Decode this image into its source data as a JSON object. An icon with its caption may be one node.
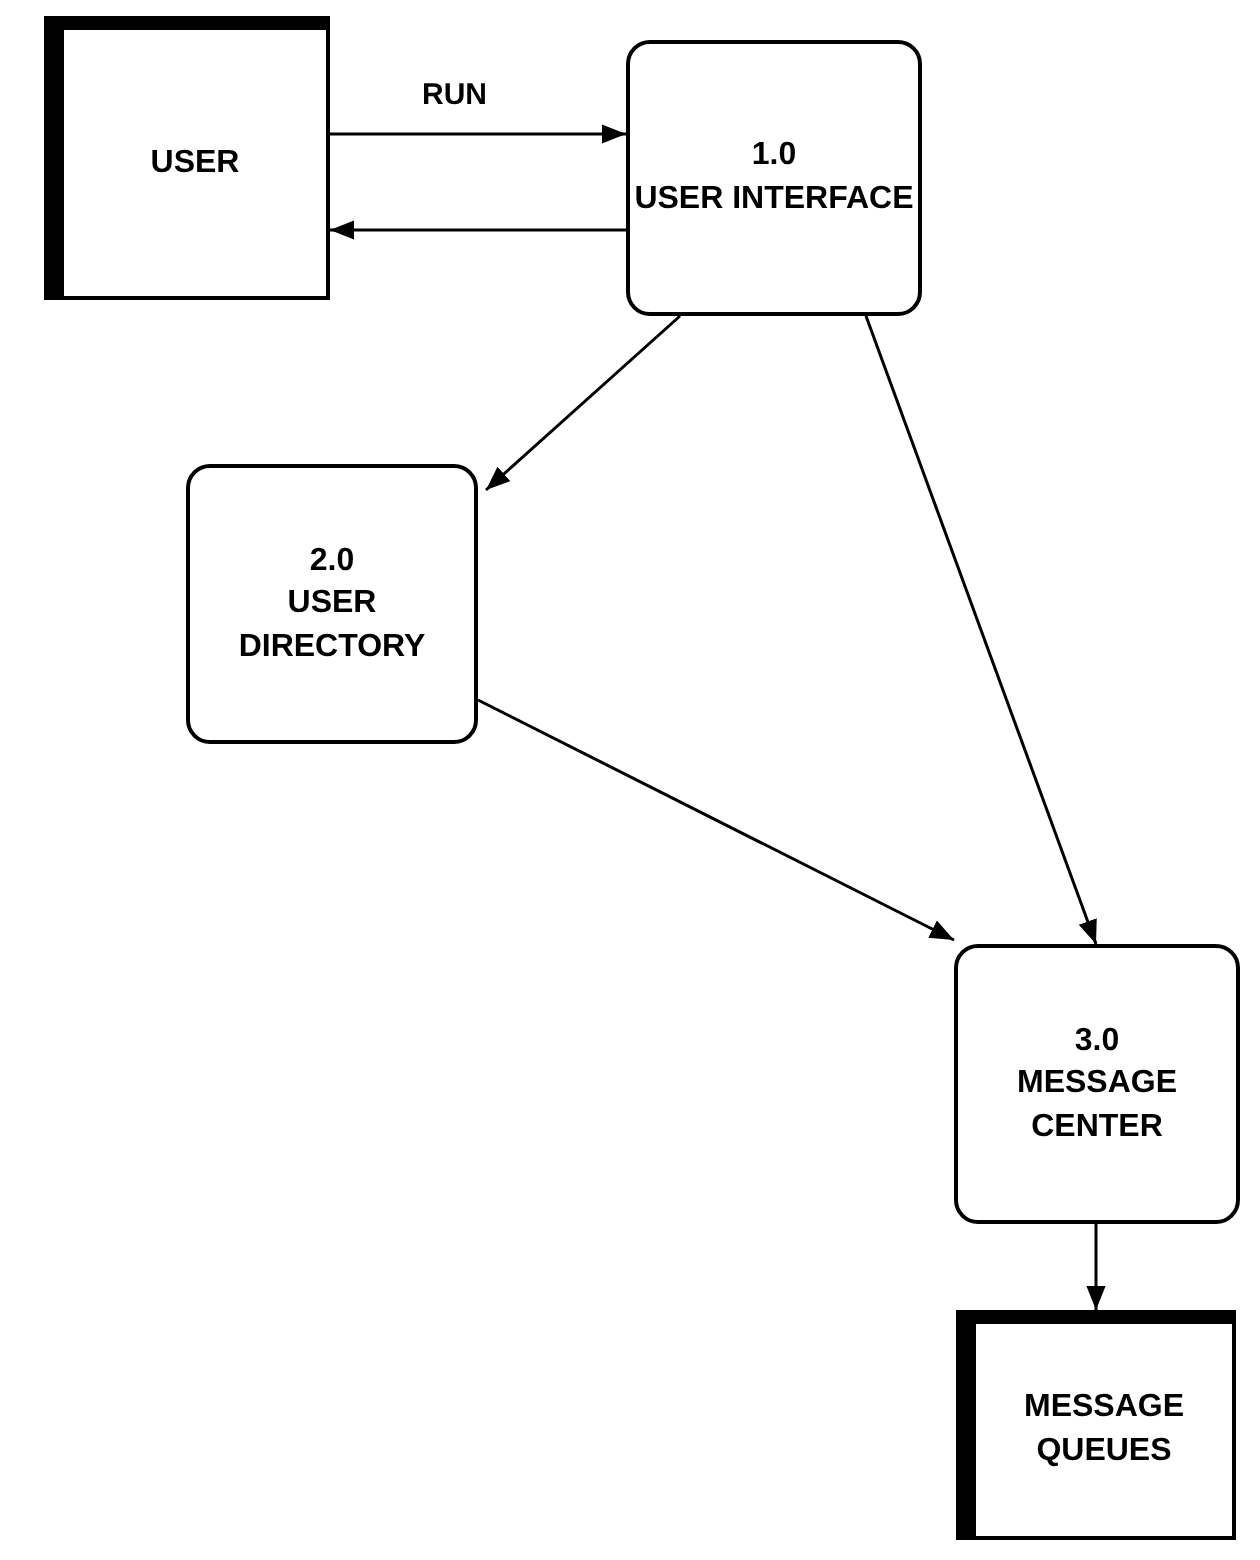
{
  "diagram": {
    "nodes": [
      {
        "text": [
          "USER"
        ]
      },
      {
        "text": [
          "1.0",
          "USER INTERFACE"
        ]
      },
      {
        "text": [
          "2.0",
          "USER DIRECTORY"
        ]
      },
      {
        "text": [
          "3.0",
          "MESSAGE CENTER"
        ]
      },
      {
        "text": [
          "MESSAGE QUEUES"
        ]
      }
    ],
    "edges": [
      {
        "from": 0,
        "to": 1,
        "arrow": "to",
        "label": "RUN"
      },
      {
        "from": 1,
        "to": 0,
        "arrow": "to"
      },
      {
        "from": 1,
        "to": 2,
        "arrow": "to"
      },
      {
        "from": 1,
        "to": 3,
        "arrow": "to"
      },
      {
        "from": 2,
        "to": 3,
        "arrow": "to"
      },
      {
        "from": 3,
        "to": 4,
        "arrow": "to"
      }
    ]
  }
}
